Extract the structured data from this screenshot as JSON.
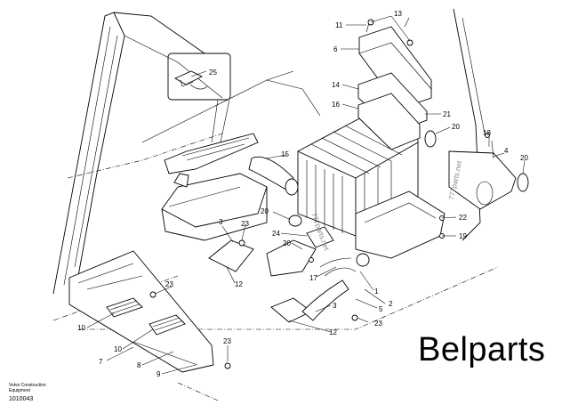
{
  "brand_text": "Belparts",
  "footer": {
    "company": "Volvo Construction Equipment",
    "drawing_number": "1010043"
  },
  "watermarks": [
    "777parts.net",
    "777parts.net"
  ],
  "callouts": [
    {
      "id": "c-11",
      "label": "11"
    },
    {
      "id": "c-13",
      "label": "13"
    },
    {
      "id": "c-6",
      "label": "6"
    },
    {
      "id": "c-25",
      "label": "25"
    },
    {
      "id": "c-14",
      "label": "14"
    },
    {
      "id": "c-16",
      "label": "16"
    },
    {
      "id": "c-21",
      "label": "21"
    },
    {
      "id": "c-20a",
      "label": "20"
    },
    {
      "id": "c-18",
      "label": "18"
    },
    {
      "id": "c-4",
      "label": "4"
    },
    {
      "id": "c-20b",
      "label": "20"
    },
    {
      "id": "c-15",
      "label": "15"
    },
    {
      "id": "c-20c",
      "label": "20"
    },
    {
      "id": "c-22",
      "label": "22"
    },
    {
      "id": "c-19",
      "label": "19"
    },
    {
      "id": "c-3a",
      "label": "3"
    },
    {
      "id": "c-23a",
      "label": "23"
    },
    {
      "id": "c-24",
      "label": "24"
    },
    {
      "id": "c-20d",
      "label": "20"
    },
    {
      "id": "c-12a",
      "label": "12"
    },
    {
      "id": "c-17",
      "label": "17"
    },
    {
      "id": "c-1",
      "label": "1"
    },
    {
      "id": "c-2",
      "label": "2"
    },
    {
      "id": "c-23b",
      "label": "23"
    },
    {
      "id": "c-5",
      "label": "5"
    },
    {
      "id": "c-3b",
      "label": "3"
    },
    {
      "id": "c-23c",
      "label": "23"
    },
    {
      "id": "c-12b",
      "label": "12"
    },
    {
      "id": "c-10a",
      "label": "10"
    },
    {
      "id": "c-10b",
      "label": "10"
    },
    {
      "id": "c-7",
      "label": "7"
    },
    {
      "id": "c-8",
      "label": "8"
    },
    {
      "id": "c-9",
      "label": "9"
    },
    {
      "id": "c-23d",
      "label": "23"
    }
  ]
}
